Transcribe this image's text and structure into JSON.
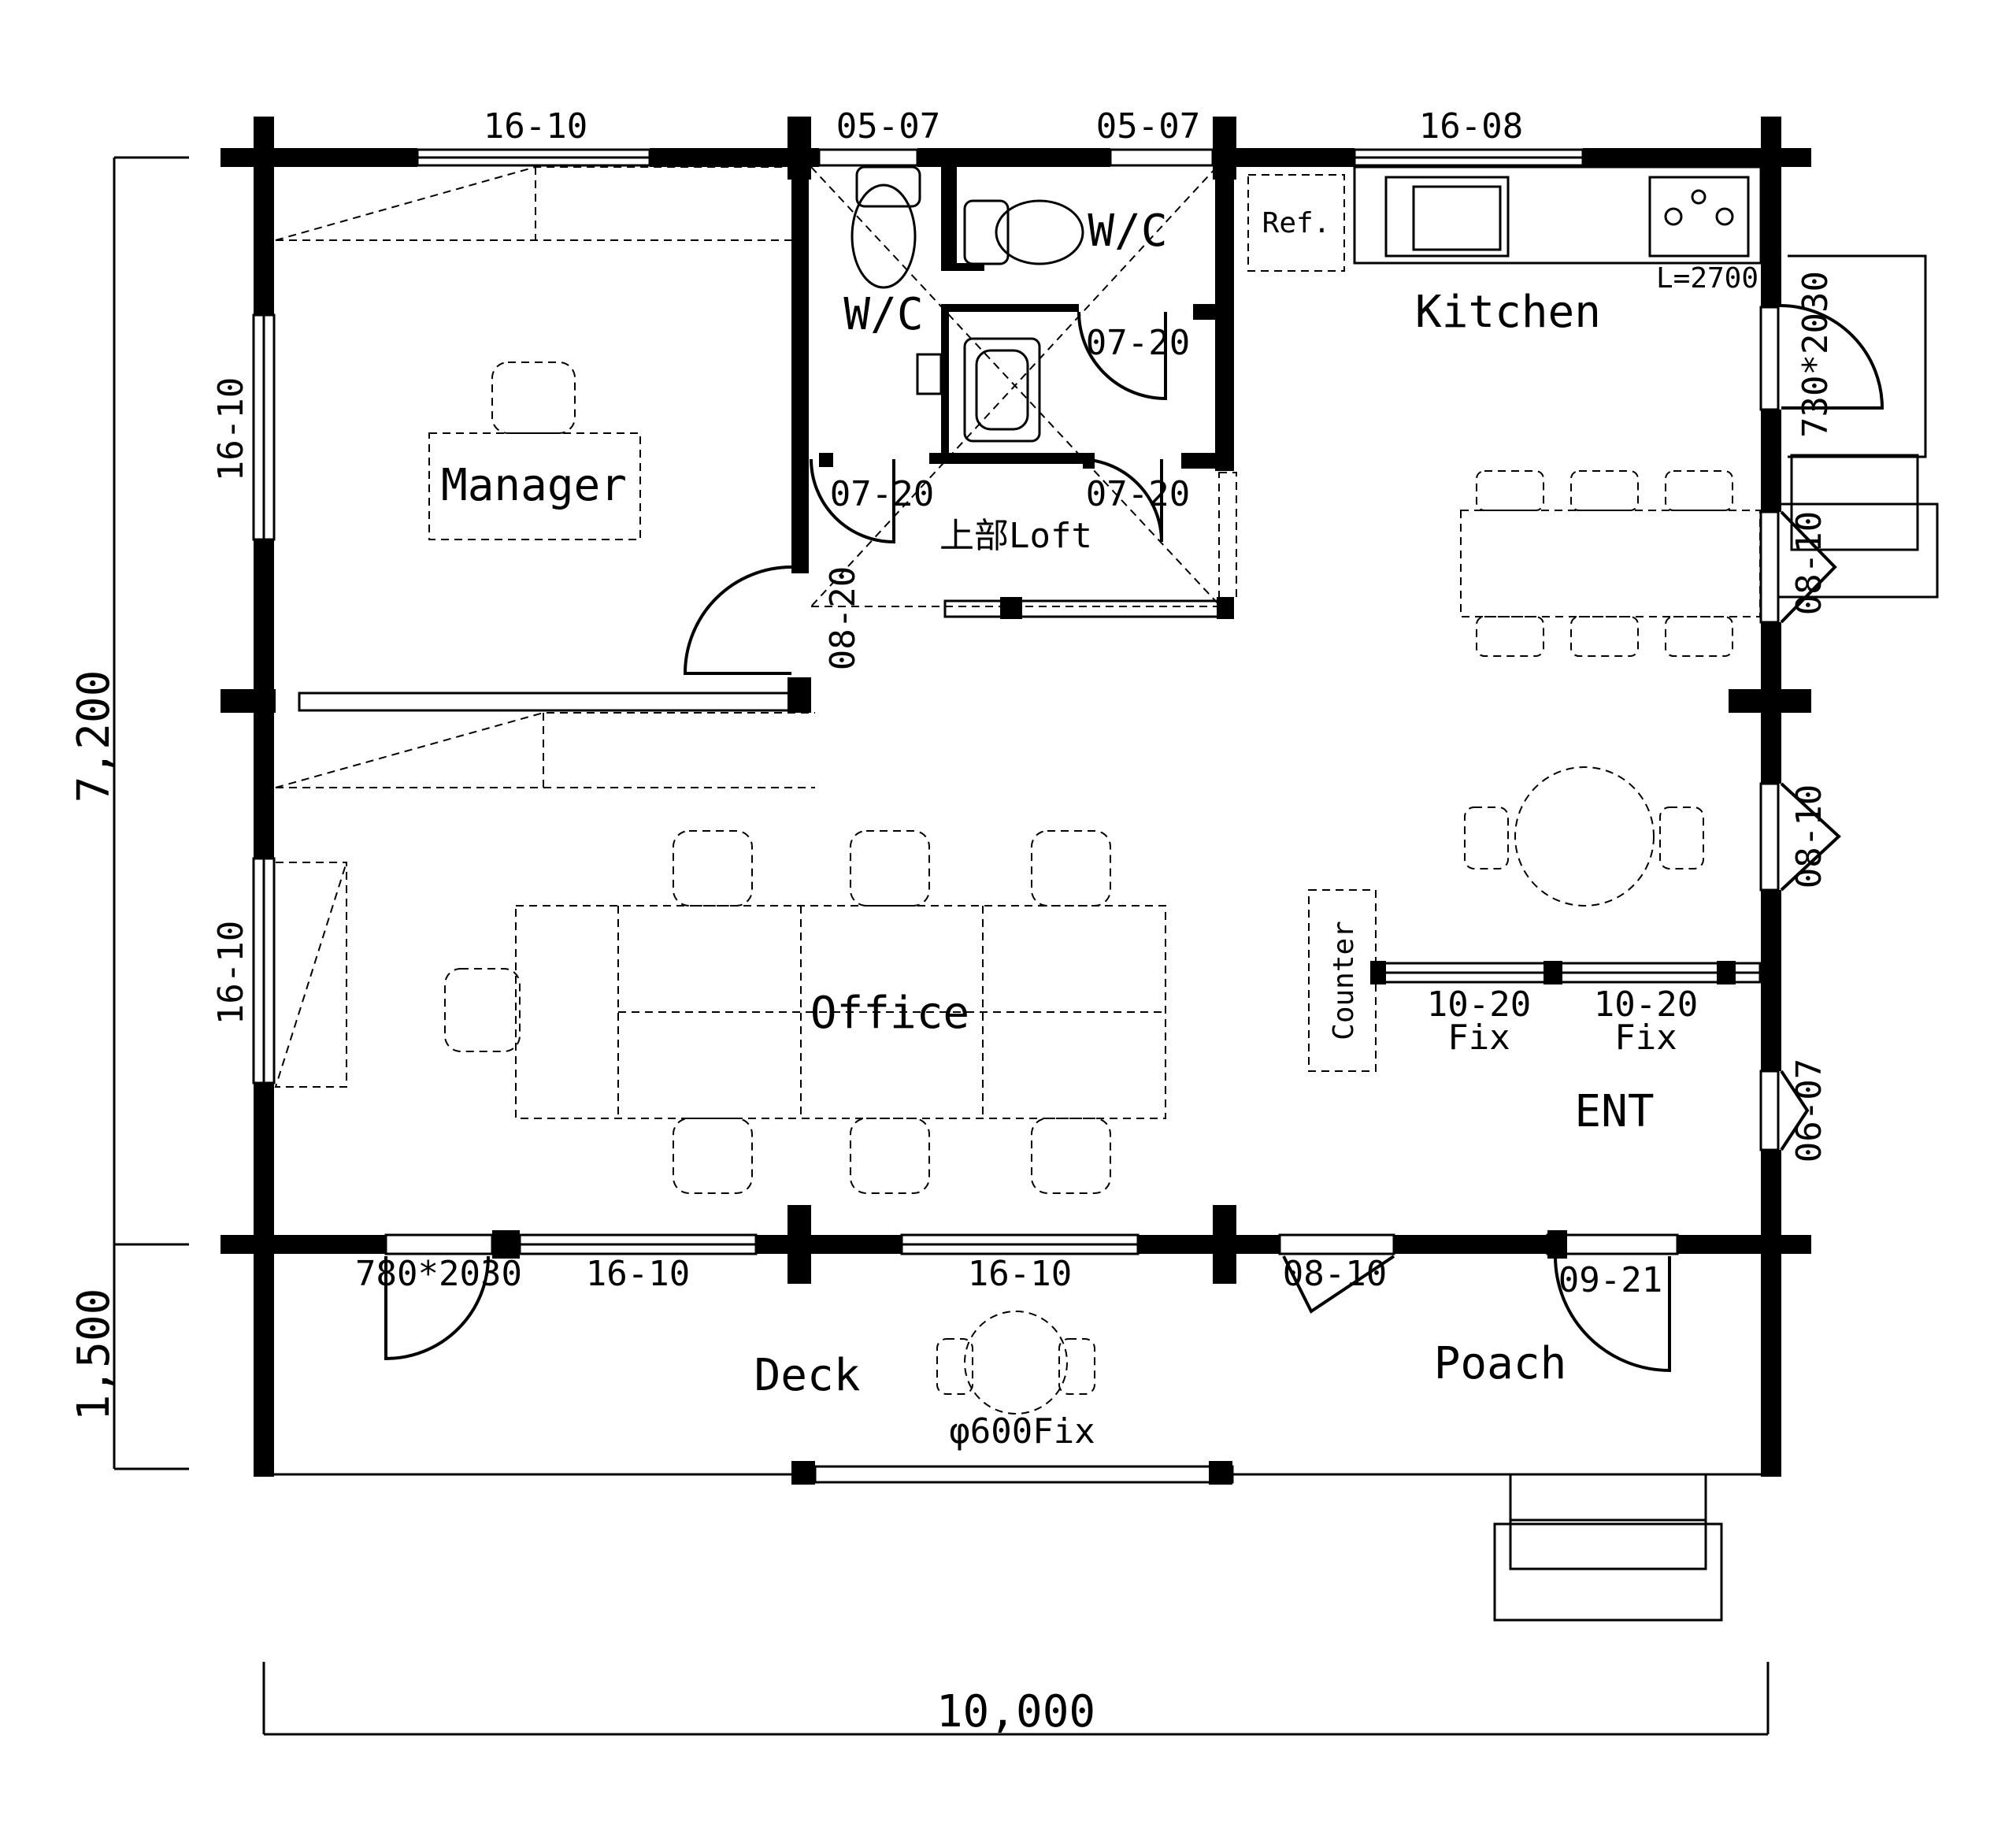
{
  "rooms": {
    "manager": "Manager",
    "wc_left": "W/C",
    "wc_right": "W/C",
    "kitchen": "Kitchen",
    "office": "Office",
    "ent": "ENT",
    "deck": "Deck",
    "poach": "Poach",
    "loft": "上部Loft",
    "counter": "Counter",
    "ref": "Ref."
  },
  "openings": {
    "top_manager": "16-10",
    "top_wc1": "05-07",
    "top_wc2": "05-07",
    "top_kitchen": "16-08",
    "left_upper": "16-10",
    "left_lower": "16-10",
    "wc_door_left": "07-20",
    "wc_door_right1": "07-20",
    "wc_door_right2": "07-20",
    "manager_door": "08-20",
    "right_door": "730*2030",
    "right_win1": "08-10",
    "right_win2": "08-10",
    "right_win3": "06-07",
    "fix1": "10-20",
    "fix1b": "Fix",
    "fix2": "10-20",
    "fix2b": "Fix",
    "bottom_door": "780*2030",
    "bottom_win1": "16-10",
    "bottom_win2": "16-10",
    "bottom_win3": "08-10",
    "bottom_door2": "09-21",
    "table_round": "φ600Fix",
    "kitchen_len": "L=2700"
  },
  "dimensions": {
    "width": "10,000",
    "height_main": "7,200",
    "height_deck": "1,500"
  },
  "colors": {
    "ink": "#000000",
    "paper": "#ffffff"
  }
}
